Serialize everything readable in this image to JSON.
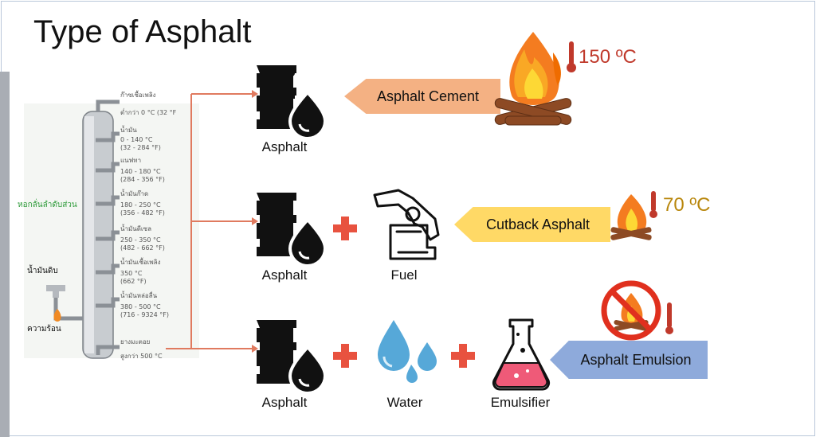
{
  "title": "Type of Asphalt",
  "column": {
    "left_label": "หอกลั่นลำดับส่วน",
    "crude_label": "น้ำมันดิบ",
    "heat_label": "ความร้อน",
    "fractions": [
      {
        "name": "ก๊าซเชื้อเพลิง",
        "range": "ต่ำกว่า 0 °C (32 °F"
      },
      {
        "name": "น้ำมัน",
        "range": "0 - 140 °C",
        "range2": "(32 - 284 °F)"
      },
      {
        "name": "แนฟทา",
        "range": "140 - 180 °C",
        "range2": "(284 - 356 °F)"
      },
      {
        "name": "น้ำมันก๊าด",
        "range": "180 - 250 °C",
        "range2": "(356 - 482 °F)"
      },
      {
        "name": "น้ำมันดีเซล",
        "range": "250 - 350 °C",
        "range2": "(482 - 662 °F)"
      },
      {
        "name": "น้ำมันเชื้อเพลิง",
        "range": "350 °C",
        "range2": "(662 °F)"
      },
      {
        "name": "น้ำมันหล่อลื่น",
        "range": "380 - 500 °C",
        "range2": "(716 - 9324 °F)"
      },
      {
        "name": "ยางมะตอย",
        "range": "สูงกว่า 500 °C",
        "range2": ""
      }
    ]
  },
  "rows": {
    "cement": {
      "asphalt": "Asphalt",
      "type": "Asphalt Cement",
      "temp": "150 ºC"
    },
    "cutback": {
      "asphalt": "Asphalt",
      "fuel": "Fuel",
      "type": "Cutback Asphalt",
      "temp": "70 ºC"
    },
    "emulsion": {
      "asphalt": "Asphalt",
      "water": "Water",
      "emulsifier": "Emulsifier",
      "type": "Asphalt Emulsion"
    }
  },
  "colors": {
    "connector": "#e07a5f",
    "cement": "#f4b183",
    "cutback": "#ffd966",
    "emulsion": "#8eaadb",
    "temp_hot": "#c0392b",
    "temp_warm": "#b8860b",
    "plus": "#e8523f"
  },
  "icons": [
    "asphalt-barrel-icon",
    "fuel-pump-icon",
    "water-drops-icon",
    "flask-icon",
    "campfire-icon",
    "thermometer-icon",
    "no-fire-icon"
  ]
}
